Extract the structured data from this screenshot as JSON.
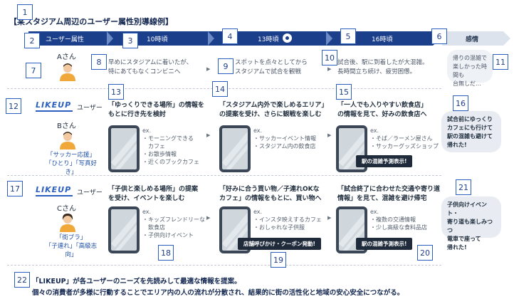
{
  "markers": [
    "1",
    "2",
    "3",
    "4",
    "5",
    "6",
    "7",
    "8",
    "9",
    "10",
    "11",
    "12",
    "13",
    "14",
    "15",
    "16",
    "17",
    "18",
    "19",
    "20",
    "21",
    "22"
  ],
  "title": "【某スタジアム周辺のユーザー属性別導線例】",
  "timeline": {
    "attribute": "ユーザー属性",
    "t10": "10時頃",
    "t13": "13時頃",
    "t16": "16時頃",
    "emotion": "感情"
  },
  "personA": {
    "name": "Aさん",
    "d1": [
      "早めにスタジアムに着いたが、",
      "特にあてもなくコンビニへ"
    ],
    "d2": [
      "スポットを点々としてから",
      "スタジアムで試合を観戦"
    ],
    "d3": [
      "試合後、駅に到着したが大混雑。",
      "長時間立ち続け、疲労困憊。"
    ],
    "emotion": [
      "帰りの混雑で",
      "楽しかった時間も",
      "台無しだ…"
    ]
  },
  "personB": {
    "logo": "LIKEUP",
    "user": "ユーザー",
    "name": "Bさん",
    "tags": [
      "「サッカー応援」",
      "「ひとり」「写真好き」"
    ],
    "info1": [
      "「ゆっくりできる場所」の情報を",
      "もとに行き先を検討"
    ],
    "info2": [
      "「スタジアム内外で楽しめるエリア」",
      "の提案を受け、さらに観戦を楽しむ"
    ],
    "info3": [
      "「一人でも入りやすい飲食店」",
      "の情報を見て、好みの飲食店へ"
    ],
    "list1": [
      "ex.",
      "・モーニングできる",
      "　カフェ",
      "・お散歩情報",
      "・近くのブックカフェ"
    ],
    "list2": [
      "ex.",
      "・サッカーイベント情報",
      "・スタジアム内の飲食店"
    ],
    "list3": [
      "ex.",
      "・そば／ラーメン屋さん",
      "・サッカーグッズショップ"
    ],
    "badge3": "駅の混雑予測表示!",
    "emotion": [
      "試合前にゆっくり",
      "カフェにも行けて",
      "駅の混雑も避けて",
      "帰れた!"
    ]
  },
  "personC": {
    "logo": "LIKEUP",
    "user": "ユーザー",
    "name": "Cさん",
    "tags": [
      "「街ブラ」",
      "「子連れ」「高級志向」"
    ],
    "info1": [
      "「子供と楽しめる場所」の提案",
      "を受け、イベントを楽しむ"
    ],
    "info2": [
      "「好みに合う買い物／子連れOKな",
      "カフェ」の情報をもとに、買い物へ"
    ],
    "info3": [
      "「試合終了に合わせた交通や寄り道",
      "情報」を見て、混雑を避け帰宅"
    ],
    "list1": [
      "ex.",
      "・キッズフレンドリーな",
      "　飲食店",
      "・子供向けイベント"
    ],
    "list2": [
      "ex.",
      "・インスタ映えするカフェ",
      "・おしゃれな子供服"
    ],
    "list3": [
      "ex.",
      "・複数の交通情報",
      "・少し高級な食料品店"
    ],
    "badge2": "店舗呼びかけ・クーポン発動!",
    "badge3": "駅の混雑予測表示!",
    "emotion": [
      "子供向けイベント・",
      "寄り道も楽しみつつ",
      "電車で座って",
      "帰れた!"
    ]
  },
  "summary": [
    "「LIKEUP」が各ユーザーのニーズを先読みして最適な情報を提案。",
    "個々の消費者が多様に行動することでエリア内の人の流れが分散され、結果的に街の活性化と地域の安心安全につながる。"
  ],
  "colors": {
    "bar": "#1c3f8c",
    "accent": "#2a5fbf",
    "emotion_bg": "#dce3ec"
  }
}
